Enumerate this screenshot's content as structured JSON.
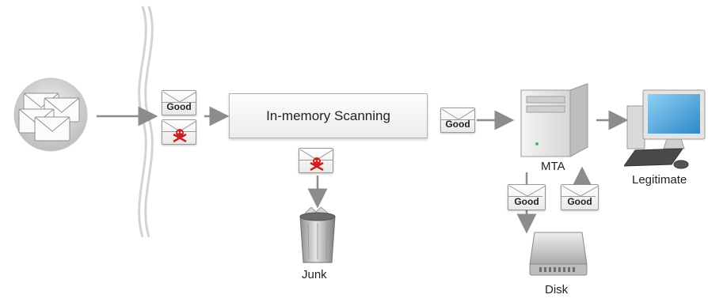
{
  "envelope_label": "Good",
  "scan_box": {
    "label": "In-memory Scanning"
  },
  "nodes": {
    "mta": "MTA",
    "legitimate": "Legitimate",
    "junk": "Junk",
    "disk": "Disk"
  },
  "colors": {
    "arrow": "#8c8c8c",
    "skull": "#cc1f1f",
    "wall_line": "#cfcfcf"
  },
  "icons": [
    "mail-stack-icon",
    "envelope-icon",
    "malicious-envelope-icon",
    "trash-can-icon",
    "server-tower-icon",
    "desktop-computer-icon",
    "hard-disk-icon"
  ]
}
